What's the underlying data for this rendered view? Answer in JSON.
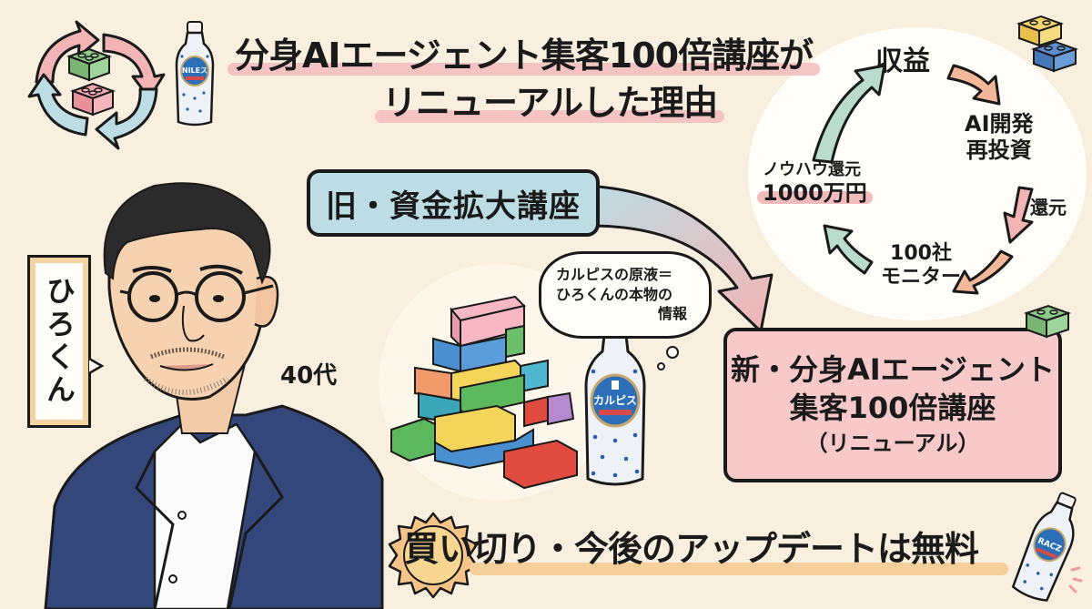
{
  "title": {
    "line1": "分身AIエージェント集客100倍講座が",
    "line2": "リニューアルした理由"
  },
  "cycle": {
    "revenue": "収益",
    "ai_dev_line1": "AI開発",
    "ai_dev_line2": "再投資",
    "return": "還元",
    "monitor_line1": "100社",
    "monitor_line2": "モニター",
    "knowhow_line1": "ノウハウ還元",
    "knowhow_amount": "1000万円"
  },
  "old_course": {
    "label": "旧・資金拡大講座"
  },
  "new_course": {
    "line1": "新・分身AIエージェント",
    "line2": "集客100倍講座",
    "line3": "（リニューアル）"
  },
  "thought_bubble": {
    "line1": "カルピスの原液＝",
    "line2": "ひろくんの本物の",
    "line3": "情報"
  },
  "person": {
    "name": "ひろくん",
    "age": "40代"
  },
  "bottom_banner": {
    "badge": "買い",
    "text": "切り・今後のアップデートは無料"
  },
  "bottle_labels": {
    "main": "カルピス",
    "top_left": "NILEス",
    "bottom_right": "RACZ"
  },
  "colors": {
    "background": "#f8efde",
    "pink_highlight": "#f2bcbc",
    "old_box": "#bcdde3",
    "new_box": "#f7c9c9",
    "arrow_teal": "#b9dccf",
    "arrow_pink": "#f3b4b4",
    "arrow_orange": "#f3b79a",
    "jacket_navy": "#33477a",
    "badge_gold": "#f6d690"
  }
}
